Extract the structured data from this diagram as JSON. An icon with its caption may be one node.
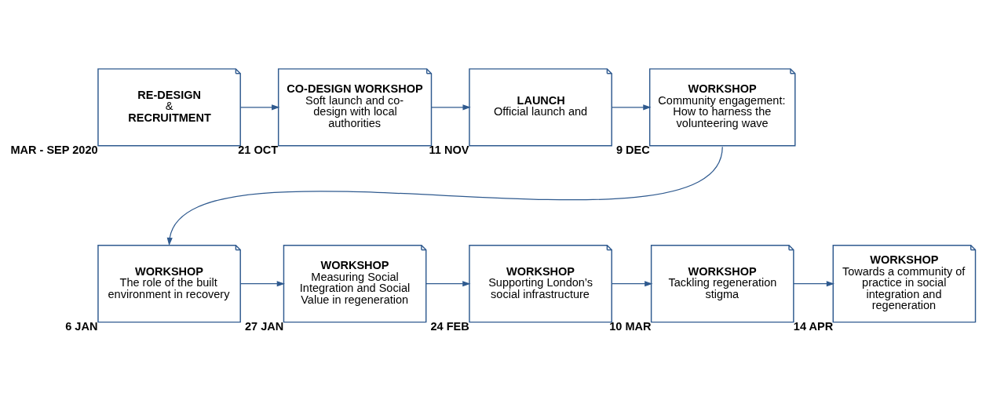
{
  "diagram": {
    "nodes": [
      {
        "text": [
          "RE-DESIGN",
          "&",
          "RECRUITMENT"
        ],
        "beside": [
          "MAR - SEP 2020"
        ]
      },
      {
        "text": [
          "CO-DESIGN WORKSHOP",
          "Soft launch and co-design with local authorities"
        ],
        "beside": [
          "21 OCT"
        ]
      },
      {
        "text": [
          "LAUNCH",
          "Official launch and"
        ],
        "beside": [
          "11 NOV"
        ]
      },
      {
        "text": [
          "WORKSHOP",
          "Community engagement: How to harness the volunteering wave"
        ],
        "beside": [
          "9 DEC"
        ]
      },
      {
        "text": [
          "WORKSHOP",
          "The role of the built environment in recovery"
        ],
        "beside": [
          "6 JAN"
        ]
      },
      {
        "text": [
          "WORKSHOP",
          "Measuring Social Integration and Social Value in regeneration"
        ],
        "beside": [
          "27 JAN"
        ]
      },
      {
        "text": [
          "WORKSHOP",
          "Supporting London’s social infrastructure"
        ],
        "beside": [
          "24 FEB"
        ]
      },
      {
        "text": [
          "WORKSHOP",
          "Tackling regeneration stigma"
        ],
        "beside": [
          "10 MAR"
        ]
      },
      {
        "text": [
          "WORKSHOP",
          "Towards a community of practice in social integration and regeneration"
        ],
        "beside": [
          "14 APR"
        ]
      }
    ],
    "edges": [
      {
        "from": 0,
        "to": 1,
        "arrow": "to"
      },
      {
        "from": 1,
        "to": 2,
        "arrow": "to"
      },
      {
        "from": 2,
        "to": 3,
        "arrow": "to"
      },
      {
        "from": 3,
        "to": 4,
        "arrow": "to"
      },
      {
        "from": 4,
        "to": 5,
        "arrow": "to"
      },
      {
        "from": 5,
        "to": 6,
        "arrow": "to"
      },
      {
        "from": 6,
        "to": 7,
        "arrow": "to"
      },
      {
        "from": 7,
        "to": 8,
        "arrow": "to"
      }
    ]
  }
}
